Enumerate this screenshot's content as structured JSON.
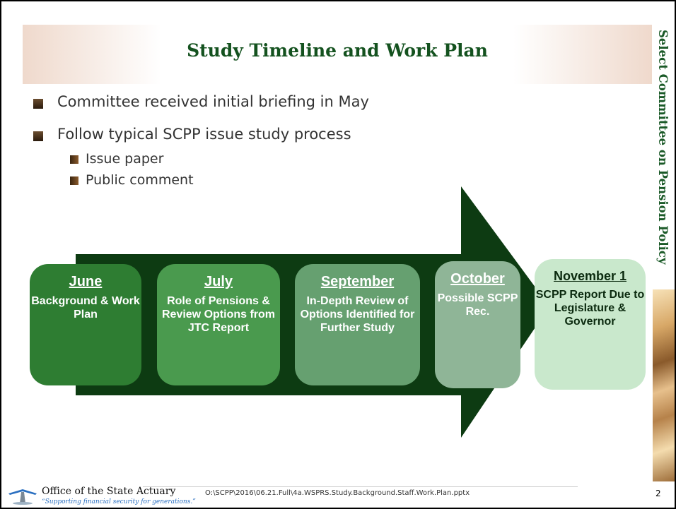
{
  "slide": {
    "title": "Study Timeline and Work Plan",
    "side_title": "Select Committee on Pension Policy",
    "bullets": [
      {
        "text": "Committee received initial briefing in May"
      },
      {
        "text": "Follow typical SCPP issue study process"
      }
    ],
    "sub_bullets": [
      {
        "text": "Issue paper"
      },
      {
        "text": "Public comment"
      }
    ],
    "timeline": [
      {
        "month": "June",
        "desc": "Background & Work Plan",
        "color": "#2e7d32"
      },
      {
        "month": "July",
        "desc": "Role of Pensions & Review Options from JTC Report",
        "color": "#4a9a4e"
      },
      {
        "month": "September",
        "desc": "In-Depth Review of Options Identified for Further Study",
        "color": "#66a070"
      },
      {
        "month": "October",
        "desc": "Possible SCPP Rec.",
        "color": "#8fb597"
      },
      {
        "month": "November 1",
        "desc": "SCPP Report Due to Legislature & Governor",
        "color": "#c9e8cc"
      }
    ],
    "arrow_color": "#0d3b12"
  },
  "footer": {
    "office": "Office of the State Actuary",
    "tagline": "“Supporting financial security for generations.”",
    "path": "O:\\SCPP\\2016\\06.21.Full\\4a.WSPRS.Study.Background.Staff.Work.Plan.pptx",
    "page": "2"
  }
}
